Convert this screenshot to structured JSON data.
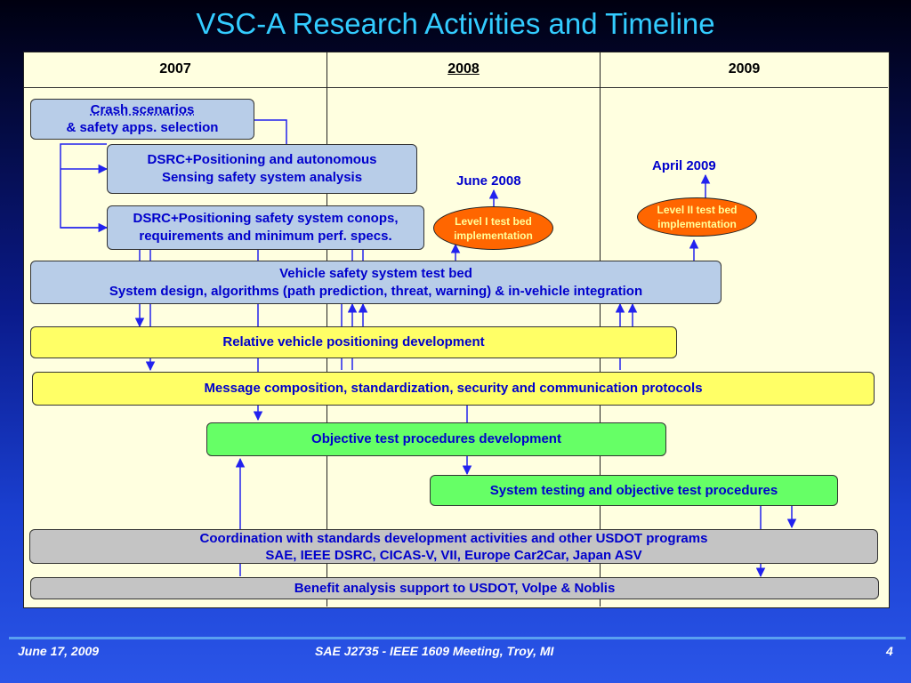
{
  "title": "VSC-A Research Activities and Timeline",
  "years": [
    "2007",
    "2008",
    "2009"
  ],
  "boxes": {
    "crash": {
      "line1": "Crash scenarios",
      "line2": "& safety apps. selection"
    },
    "dsrc_auto": {
      "line1": "DSRC+Positioning and autonomous",
      "line2": "Sensing safety system analysis"
    },
    "dsrc_conops": {
      "line1": "DSRC+Positioning safety system conops,",
      "line2": "requirements and minimum perf. specs."
    },
    "testbed": {
      "line1": "Vehicle safety system test bed",
      "line2": "System design, algorithms (path prediction, threat, warning) & in-vehicle integration"
    },
    "relpos": {
      "line1": "Relative vehicle positioning development"
    },
    "message": {
      "line1": "Message composition, standardization, security and communication protocols"
    },
    "objective": {
      "line1": "Objective test procedures development"
    },
    "systest": {
      "line1": "System testing and objective test procedures"
    },
    "coord": {
      "line1": "Coordination with standards development activities and other USDOT programs",
      "line2": "SAE, IEEE DSRC, CICAS-V, VII, Europe Car2Car, Japan ASV"
    },
    "benefit": {
      "line1": "Benefit analysis support to USDOT, Volpe & Noblis"
    }
  },
  "milestones": {
    "m1": {
      "date": "June  2008",
      "line1": "Level I test bed",
      "line2": "implementation"
    },
    "m2": {
      "date": "April 2009",
      "line1": "Level II test bed",
      "line2": "implementation"
    }
  },
  "footer": {
    "date": "June 17, 2009",
    "meeting": "SAE J2735 - IEEE 1609 Meeting, Troy, MI",
    "page": "4"
  },
  "colors": {
    "title": "#33ccff",
    "box_blue": "#b8cde8",
    "box_yellow": "#ffff66",
    "box_green": "#66ff66",
    "box_gray": "#c4c4c4",
    "milestone": "#ff6600",
    "text": "#0000cc",
    "arrow": "#2222ee"
  }
}
